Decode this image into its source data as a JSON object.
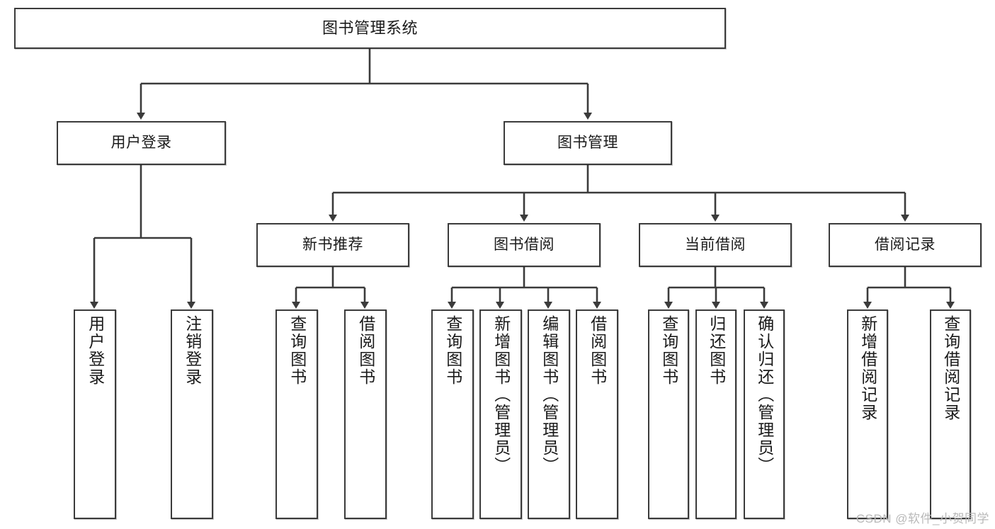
{
  "diagram": {
    "title": "图书管理系统",
    "watermark": "CSDN @软件_小贺同学",
    "nodes": {
      "root": "图书管理系统",
      "level1": {
        "user_login": "用户登录",
        "book_manage": "图书管理"
      },
      "level2": {
        "new_book_rec": "新书推荐",
        "book_borrow": "图书借阅",
        "current_borrow": "当前借阅",
        "borrow_record": "借阅记录"
      },
      "leaves": {
        "user_login_1": "用户登录",
        "user_login_2": "注销登录",
        "new_book_rec_1": "查询图书",
        "new_book_rec_2": "借阅图书",
        "book_borrow_1": "查询图书",
        "book_borrow_2": "新增图书（管理员）",
        "book_borrow_3": "编辑图书（管理员）",
        "book_borrow_4": "借阅图书",
        "current_borrow_1": "查询图书",
        "current_borrow_2": "归还图书",
        "current_borrow_3": "确认归还（管理员）",
        "borrow_record_1": "新增借阅记录",
        "borrow_record_2": "查询借阅记录"
      }
    },
    "colors": {
      "stroke": "#3b3b3b",
      "text": "#1a1a1a",
      "background": "#ffffff",
      "watermark": "#b9b9b9"
    }
  }
}
